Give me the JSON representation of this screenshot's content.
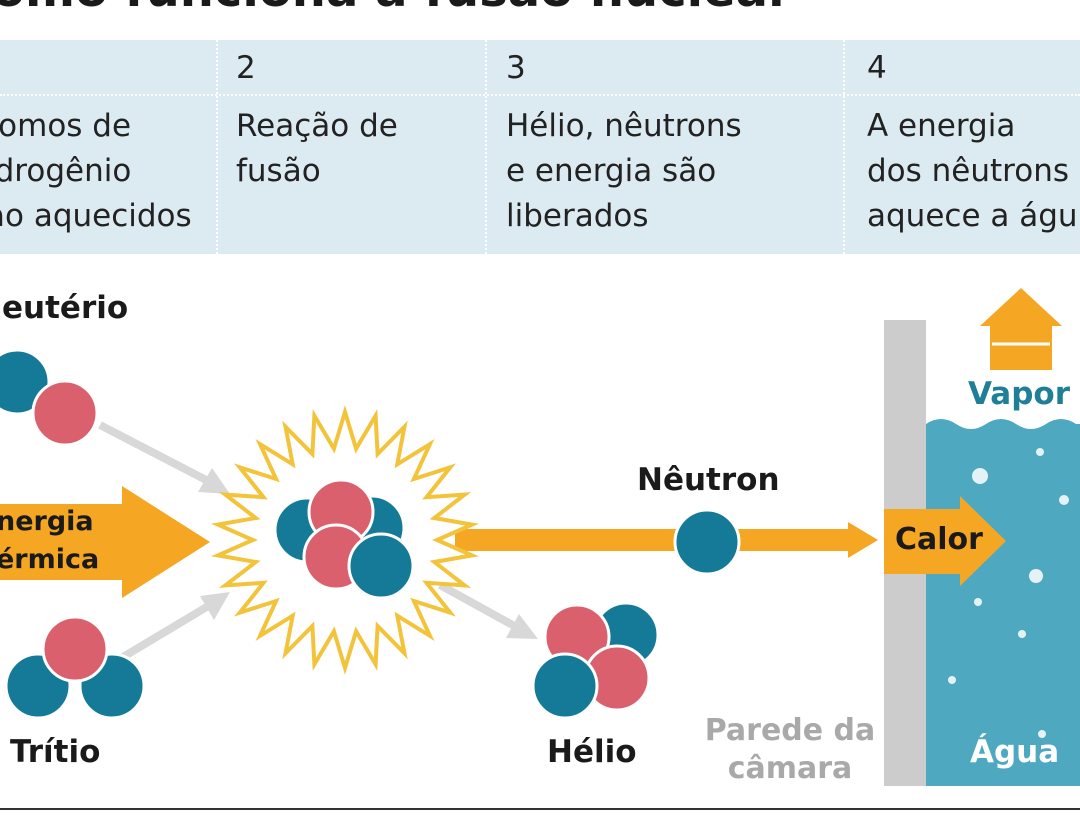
{
  "title": "omo funciona a fusão nuclear",
  "steps": [
    {
      "number": "",
      "text": "tomos de\nidrogênio\não aquecidos"
    },
    {
      "number": "2",
      "text": "Reação de\nfusão"
    },
    {
      "number": "3",
      "text": "Hélio, nêutrons\ne energia são\nliberados"
    },
    {
      "number": "4",
      "text": "A energia\ndos nêutrons\naquece a águ"
    }
  ],
  "labels": {
    "deuterium": "eutério",
    "tritium": "Trítio",
    "thermal_energy": "nergia\nérmica",
    "neutron": "Nêutron",
    "helium": "Hélio",
    "chamber_wall": "Parede da\ncâmara",
    "heat": "Calor",
    "vapor": "Vapor",
    "water": "Água"
  },
  "colors": {
    "proton": "#d9606c",
    "neutron": "#157a97",
    "arrow_orange": "#f5a623",
    "burst_yellow": "#f3c33b",
    "water": "#4ea9c0",
    "wall": "#cccccc",
    "band": "#dcebf2",
    "grey_arrow": "#d8d8d8"
  }
}
